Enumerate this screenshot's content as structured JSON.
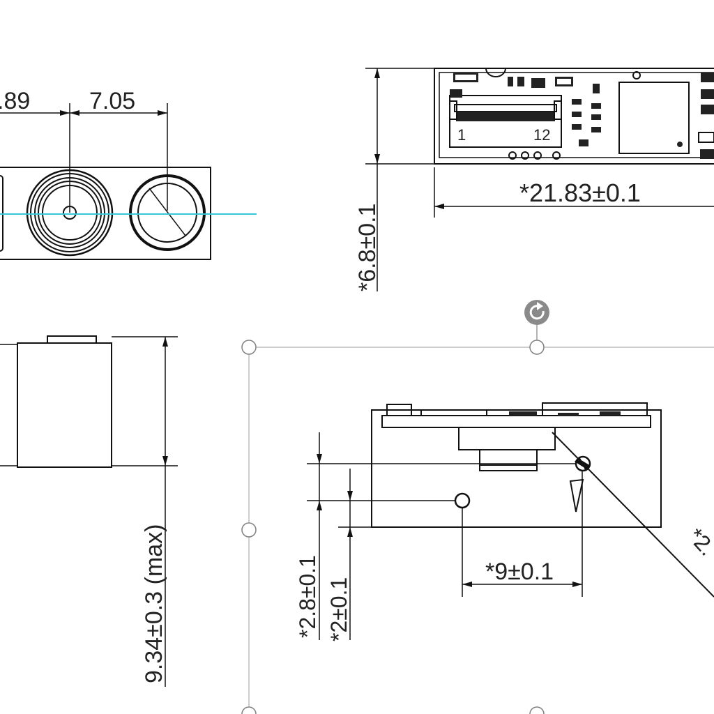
{
  "drawing": {
    "dims": {
      "front_left": ".89",
      "front_right": "7.05",
      "top_height": "*6.8±0.1",
      "top_width": "*21.83±0.1",
      "pin_first": "1",
      "pin_last": "12",
      "side_height": "9.34±0.3 (max)",
      "hole_upper": "*2.8±0.1",
      "hole_lower": "*2±0.1",
      "hole_spacing": "*9±0.1",
      "diag_partial": "*2."
    },
    "colors": {
      "center_line": "#36c8d6",
      "selection_handle": "#808080",
      "rotate_handle": "#8a8a8a"
    },
    "selection": {
      "handles": [
        "top-left",
        "top-center",
        "middle-left",
        "bottom-left",
        "bottom-center"
      ],
      "rotate_handle": "rotate-icon"
    }
  }
}
